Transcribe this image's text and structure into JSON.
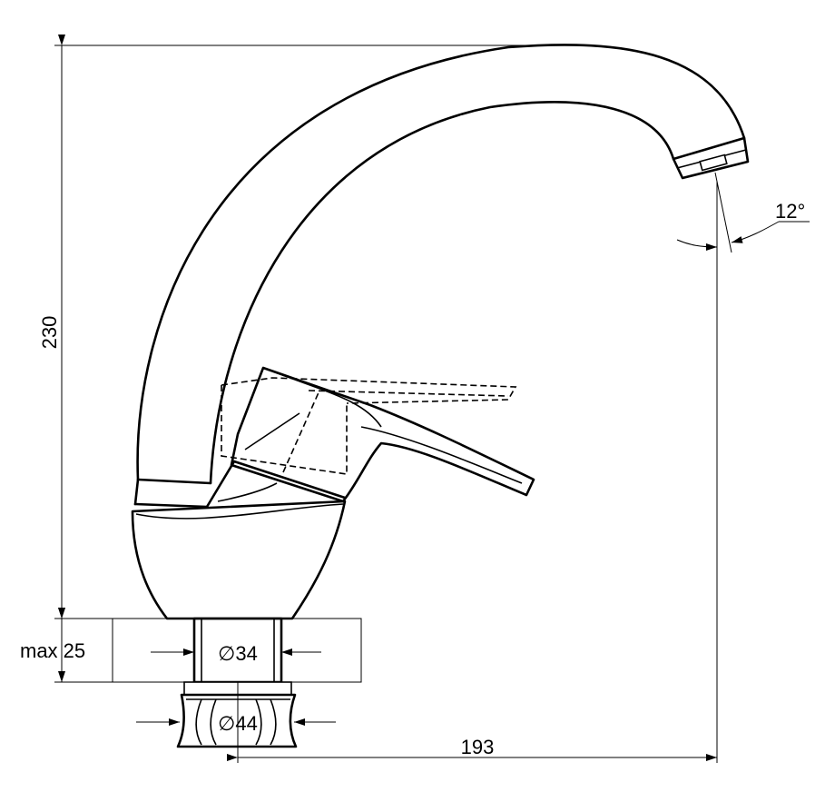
{
  "dimensions": {
    "height": "230",
    "max_thickness": "max 25",
    "inner_diameter": "∅34",
    "outer_diameter": "∅44",
    "reach": "193",
    "angle": "12°"
  }
}
